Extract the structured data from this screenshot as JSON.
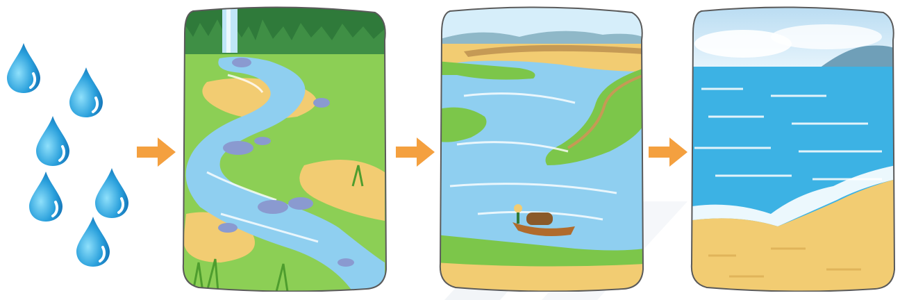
{
  "figure": {
    "stages": [
      {
        "id": "rain",
        "icon": "raindrops-icon"
      },
      {
        "id": "stream",
        "icon": "mountain-stream-icon"
      },
      {
        "id": "river",
        "icon": "river-with-boat-icon"
      },
      {
        "id": "sea",
        "icon": "sea-and-beach-icon"
      }
    ],
    "arrows": [
      "arrow-right-icon",
      "arrow-right-icon",
      "arrow-right-icon"
    ]
  },
  "colors": {
    "drop_dark": "#1a86c8",
    "drop_light": "#7fd3f5",
    "arrow": "#f4a03f",
    "water": "#8fcff0",
    "water_dark": "#4fa9db",
    "grass": "#7cc64a",
    "grass_dark": "#4e9d2e",
    "sand": "#f2cc72",
    "forest": "#2f7a3a",
    "sky": "#d6eefa",
    "sea": "#3cb2e4",
    "rock": "#8a9ad0"
  }
}
